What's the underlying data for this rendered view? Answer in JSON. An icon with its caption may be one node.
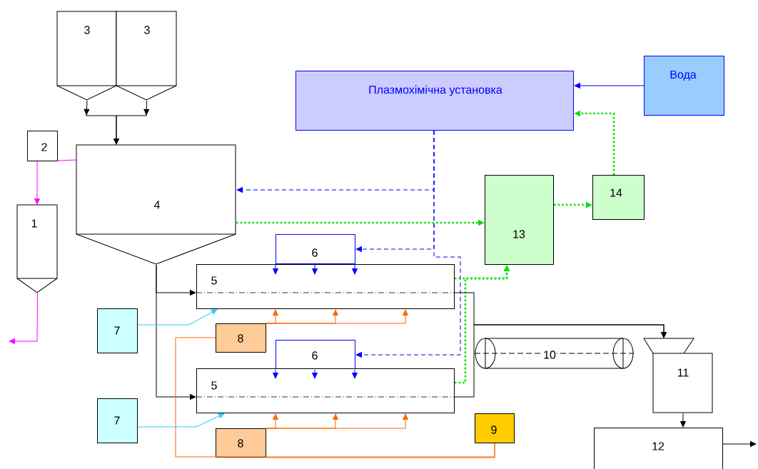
{
  "diagram": {
    "nodes": [
      {
        "text": [
          "3"
        ]
      },
      {
        "text": [
          "3"
        ]
      },
      {
        "text": [
          "2"
        ]
      },
      {
        "text": [
          "1"
        ]
      },
      {
        "text": [
          "4"
        ]
      },
      {
        "text": [
          "Плазмохімічна установка"
        ]
      },
      {
        "text": [
          "Вода"
        ]
      },
      {
        "text": [
          "13"
        ]
      },
      {
        "text": [
          "14"
        ]
      },
      {
        "text": [
          "6"
        ]
      },
      {
        "text": [
          "5"
        ]
      },
      {
        "text": [
          "6"
        ]
      },
      {
        "text": [
          "5"
        ]
      },
      {
        "text": [
          "7"
        ]
      },
      {
        "text": [
          "8"
        ]
      },
      {
        "text": [
          "7"
        ]
      },
      {
        "text": [
          "8"
        ]
      },
      {
        "text": [
          "9"
        ]
      },
      {
        "text": [
          "10"
        ]
      },
      {
        "text": [
          "11"
        ]
      },
      {
        "text": [
          "12"
        ]
      }
    ],
    "edges": [
      {
        "from": 0,
        "to": 4,
        "arrow": "to",
        "color": "#000000"
      },
      {
        "from": 1,
        "to": 4,
        "arrow": "to",
        "color": "#000000"
      },
      {
        "from": 2,
        "to": 3,
        "arrow": "to",
        "color": "#ff00ff"
      },
      {
        "from": 2,
        "to": 4,
        "arrow": "none",
        "color": "#ff00ff"
      },
      {
        "from": 3,
        "to": null,
        "arrow": "to",
        "color": "#ff00ff"
      },
      {
        "from": 6,
        "to": 5,
        "arrow": "to",
        "color": "#0000ff"
      },
      {
        "from": 8,
        "to": 5,
        "arrow": "to",
        "style": "dashed",
        "color": "#00e000"
      },
      {
        "from": 7,
        "to": 8,
        "arrow": "to",
        "style": "dashed",
        "color": "#00e000"
      },
      {
        "from": 4,
        "to": 7,
        "arrow": "to",
        "style": "dashed",
        "color": "#00e000"
      },
      {
        "from": 5,
        "to": 4,
        "arrow": "to",
        "style": "dashed",
        "color": "#0000ff"
      },
      {
        "from": 5,
        "to": 9,
        "arrow": "to",
        "style": "dashed",
        "color": "#0000ff"
      },
      {
        "from": 5,
        "to": 11,
        "arrow": "to",
        "style": "dashed",
        "color": "#0000ff"
      },
      {
        "from": 9,
        "to": 10,
        "arrow": "to",
        "color": "#0000ff"
      },
      {
        "from": 9,
        "to": 10,
        "arrow": "to",
        "color": "#0000ff"
      },
      {
        "from": 9,
        "to": 10,
        "arrow": "to",
        "color": "#0000ff"
      },
      {
        "from": 11,
        "to": 12,
        "arrow": "to",
        "color": "#0000ff"
      },
      {
        "from": 11,
        "to": 12,
        "arrow": "to",
        "color": "#0000ff"
      },
      {
        "from": 11,
        "to": 12,
        "arrow": "to",
        "color": "#0000ff"
      },
      {
        "from": 4,
        "to": 10,
        "arrow": "to",
        "color": "#000000"
      },
      {
        "from": 4,
        "to": 12,
        "arrow": "to",
        "color": "#000000"
      },
      {
        "from": 13,
        "to": 10,
        "arrow": "to",
        "color": "#33ccff"
      },
      {
        "from": 15,
        "to": 12,
        "arrow": "to",
        "color": "#33ccff"
      },
      {
        "from": 14,
        "to": 10,
        "arrow": "to",
        "color": "#ff6600"
      },
      {
        "from": 14,
        "to": 10,
        "arrow": "to",
        "color": "#ff6600"
      },
      {
        "from": 14,
        "to": 10,
        "arrow": "to",
        "color": "#ff6600"
      },
      {
        "from": 16,
        "to": 12,
        "arrow": "to",
        "color": "#ff6600"
      },
      {
        "from": 16,
        "to": 12,
        "arrow": "to",
        "color": "#ff6600"
      },
      {
        "from": 16,
        "to": 12,
        "arrow": "to",
        "color": "#ff6600"
      },
      {
        "from": 17,
        "to": 14,
        "arrow": "none",
        "color": "#ff6600"
      },
      {
        "from": 17,
        "to": 16,
        "arrow": "none",
        "color": "#ff6600"
      },
      {
        "from": 10,
        "to": 7,
        "arrow": "to",
        "style": "dashed",
        "color": "#00e000"
      },
      {
        "from": 12,
        "to": 7,
        "arrow": "to",
        "style": "dashed",
        "color": "#00e000"
      },
      {
        "from": 10,
        "to": 19,
        "arrow": "to",
        "color": "#000000"
      },
      {
        "from": 12,
        "to": 19,
        "arrow": "to",
        "color": "#000000"
      },
      {
        "from": 19,
        "to": 20,
        "arrow": "to",
        "color": "#000000"
      },
      {
        "from": 20,
        "to": null,
        "arrow": "to",
        "color": "#000000"
      }
    ]
  }
}
